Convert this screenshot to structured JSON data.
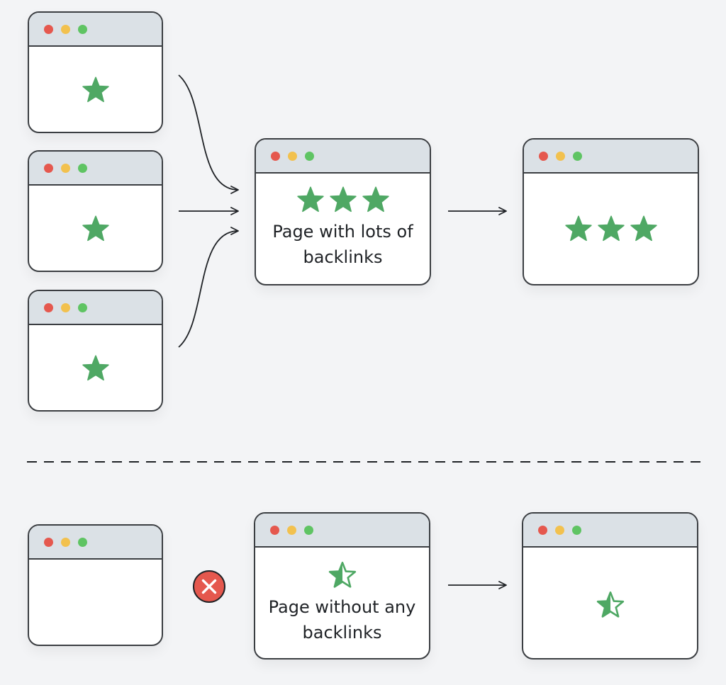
{
  "colors": {
    "background": "#f3f4f6",
    "window_border": "#3b3e42",
    "titlebar": "#dbe1e6",
    "dot_red": "#e5584e",
    "dot_yellow": "#f2c14e",
    "dot_green": "#5fc463",
    "star": "#4fa864",
    "error": "#e5584e"
  },
  "top_diagram": {
    "linking_pages": [
      {
        "stars": 1
      },
      {
        "stars": 1
      },
      {
        "stars": 1
      }
    ],
    "target_page": {
      "stars": 3,
      "label_line1": "Page with lots of",
      "label_line2": "backlinks"
    },
    "result_page": {
      "stars": 3
    }
  },
  "bottom_diagram": {
    "linking_page": {
      "stars": 0
    },
    "error_icon": "x-circle-icon",
    "target_page": {
      "stars": "half",
      "label_line1": "Page without any",
      "label_line2": "backlinks"
    },
    "result_page": {
      "stars": "half"
    }
  },
  "icons": {
    "star": "star-icon",
    "half_star": "half-star-icon",
    "arrow": "arrow-right-icon",
    "error": "x-circle-icon"
  }
}
